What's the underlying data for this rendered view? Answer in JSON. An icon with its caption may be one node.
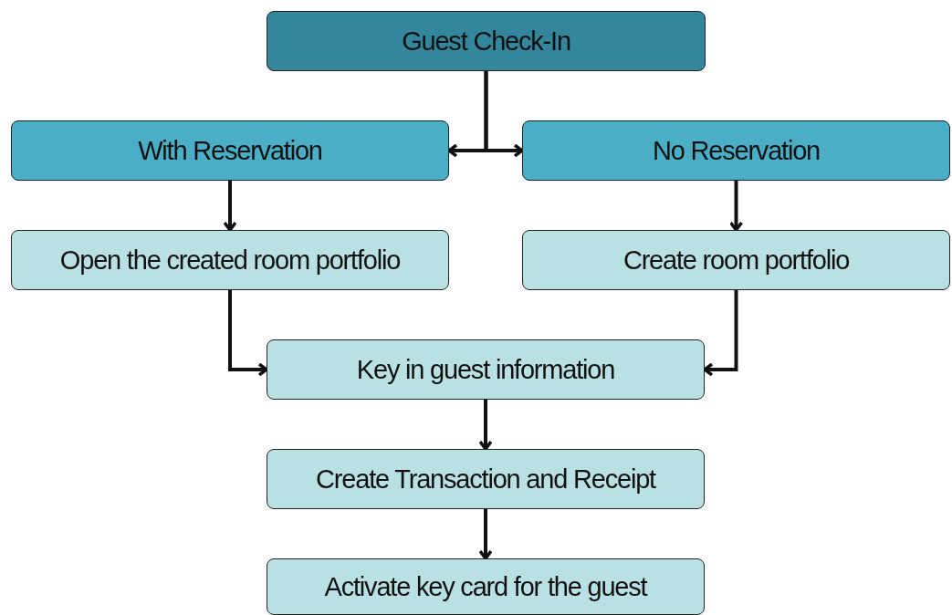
{
  "diagram": {
    "nodes": [
      {
        "text": [
          "Guest Check-In"
        ]
      },
      {
        "text": [
          "With Reservation"
        ]
      },
      {
        "text": [
          "No Reservation"
        ]
      },
      {
        "text": [
          "Open the created room portfolio"
        ]
      },
      {
        "text": [
          "Create room portfolio"
        ]
      },
      {
        "text": [
          "Key in guest information"
        ]
      },
      {
        "text": [
          "Create Transaction and Receipt"
        ]
      },
      {
        "text": [
          "Activate key card for the guest"
        ]
      }
    ],
    "edges": [
      {
        "from": 0,
        "to": 1,
        "arrow": "to"
      },
      {
        "from": 0,
        "to": 2,
        "arrow": "to"
      },
      {
        "from": 1,
        "to": 3,
        "arrow": "to"
      },
      {
        "from": 2,
        "to": 4,
        "arrow": "to"
      },
      {
        "from": 3,
        "to": 5,
        "arrow": "to"
      },
      {
        "from": 4,
        "to": 5,
        "arrow": "to"
      },
      {
        "from": 5,
        "to": 6,
        "arrow": "to"
      },
      {
        "from": 6,
        "to": 7,
        "arrow": "to"
      }
    ]
  }
}
